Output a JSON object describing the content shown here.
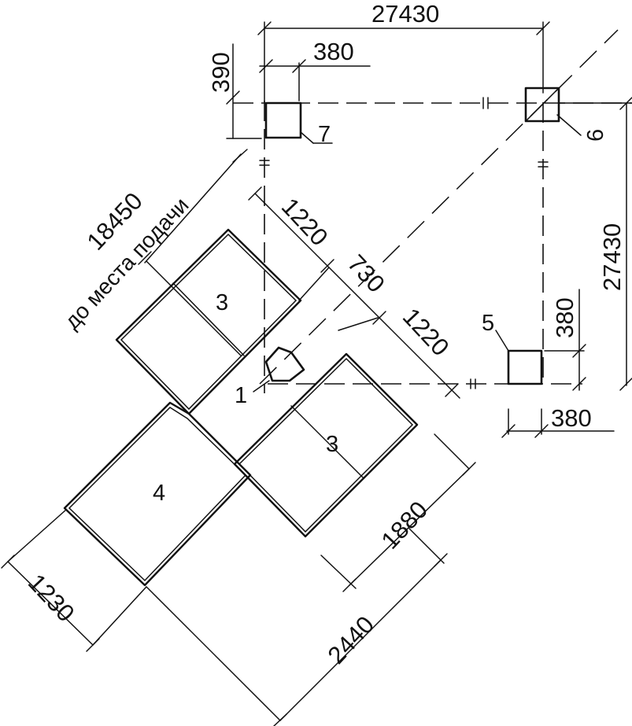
{
  "dimensions": {
    "top_span": "27430",
    "top_offset": "380",
    "left_offset": "390",
    "right_span": "27430",
    "right_offset": "380",
    "bottom_offset": "380",
    "diag_reach": "18450",
    "diag_reach_note": "до места подачи",
    "diag_a": "1220",
    "diag_b": "730",
    "diag_c": "1220",
    "diag_depth": "1880",
    "diag_bottom_width": "1230",
    "diag_bottom_length": "2440"
  },
  "markers": {
    "crane": "1",
    "outrigger_upper": "3",
    "outrigger_lower": "3",
    "base": "4",
    "post_5": "5",
    "post_6": "6",
    "post_7": "7"
  }
}
